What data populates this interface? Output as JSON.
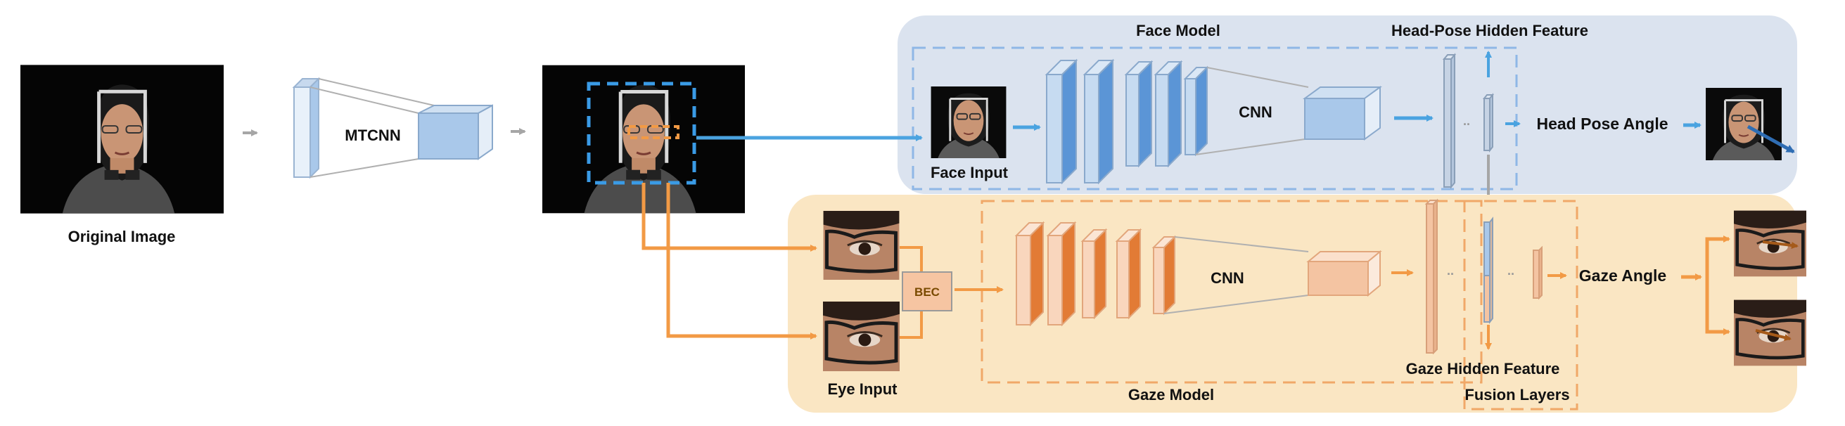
{
  "labels": {
    "original_image": "Original Image",
    "mtcnn": "MTCNN",
    "face_model": "Face Model",
    "head_pose_hidden_feature": "Head-Pose Hidden Feature",
    "face_input": "Face Input",
    "cnn_face": "CNN",
    "head_pose_angle": "Head Pose Angle",
    "eye_input": "Eye Input",
    "bec": "BEC",
    "cnn_gaze": "CNN",
    "gaze_model": "Gaze Model",
    "gaze_hidden_feature": "Gaze Hidden Feature",
    "fusion_layers": "Fusion Layers",
    "gaze_angle": "Gaze Angle",
    "ellipsis": ".."
  },
  "colors": {
    "face_panel_bg": "#dbe3ef",
    "gaze_panel_bg": "#fae6c3",
    "blue_arrow": "#4aa3e0",
    "orange_arrow": "#f29a45",
    "blue_layer": "#a9c8ea",
    "blue_layer_dark": "#5b95d6",
    "orange_layer": "#f4c4a2",
    "orange_layer_dark": "#e27b35",
    "bec_fill": "#f6c5a2",
    "gray_arrow": "#a6a6a6"
  },
  "icons": {
    "photo": "face-photo",
    "eye_photo": "eye-photo"
  }
}
